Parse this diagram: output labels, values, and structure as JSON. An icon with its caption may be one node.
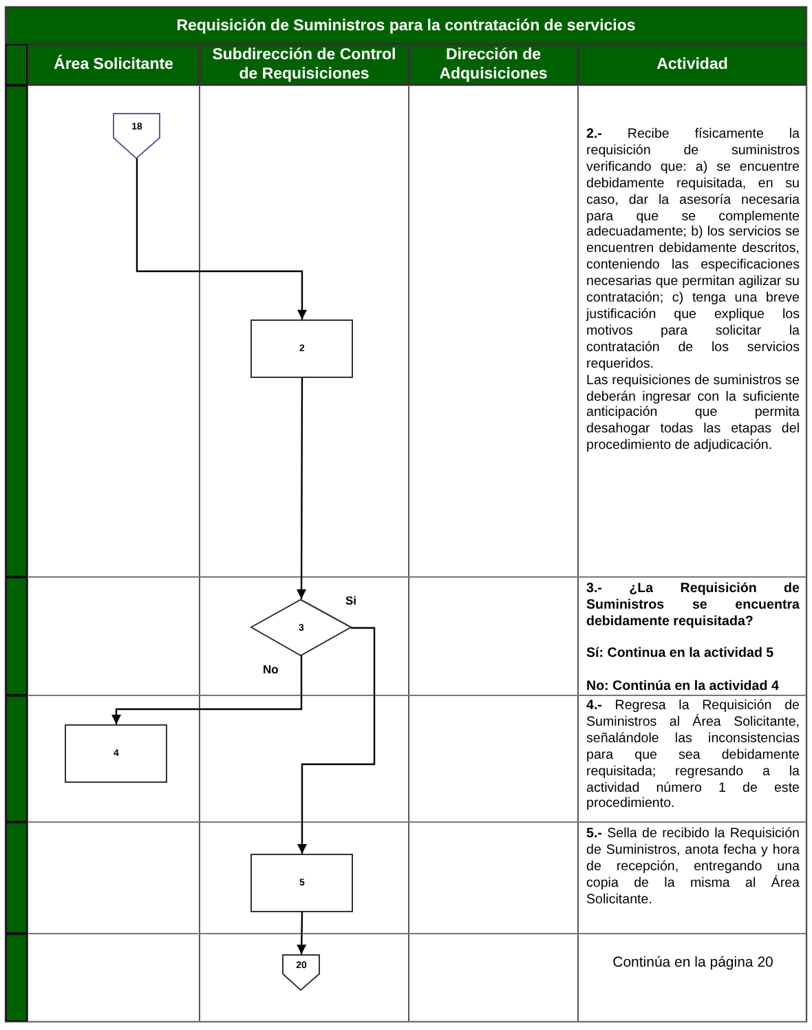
{
  "diagram": {
    "title": "Requisición de Suministros para la contratación de servicios",
    "nodes": [
      {
        "text": [
          "18"
        ]
      },
      {
        "text": [
          "2"
        ]
      },
      {
        "text": [
          "3"
        ]
      },
      {
        "text": [
          "4"
        ]
      },
      {
        "text": [
          "5"
        ]
      },
      {
        "text": [
          "20"
        ]
      }
    ],
    "edges": [
      {
        "from": 0,
        "to": 1,
        "arrow": "to"
      },
      {
        "from": 1,
        "to": 2,
        "arrow": "to"
      },
      {
        "from": 2,
        "to": 3,
        "arrow": "to",
        "label": "No"
      },
      {
        "from": 2,
        "to": 4,
        "arrow": "to",
        "label": "Si"
      },
      {
        "from": 4,
        "to": 5,
        "arrow": "to"
      }
    ],
    "labels": [
      "Área Solicitante",
      "Subdirección de Control de Requisiciones",
      "Dirección de Adquisiciones",
      "Actividad",
      "**2.-** Recibe físicamente la requisición de suministros verificando que: a) se encuentre debidamente requisitada, en su caso, dar la asesoría necesaria para que se complemente adecuadamente; b) los servicios se encuentren debidamente descritos, conteniendo las especificaciones necesarias que permitan agilizar su contratación; c) tenga una breve justificación que explique los motivos para solicitar la contratación de los servicios requeridos.",
      "Las requisiciones de suministros se deberán ingresar con la suficiente anticipación que permita desahogar todas las etapas del procedimiento de adjudicación.",
      "3.- ¿La Requisición de Suministros se encuentra debidamente requisitada?",
      "Sí: Continua en la actividad 5",
      "No: Continúa en la actividad 4",
      "**4.-** Regresa la Requisición de Suministros al Área Solicitante, señalándole las inconsistencias para que sea debidamente requisitada; regresando a la actividad número 1 de este procedimiento.",
      "**5.-** Sella de recibido la Requisición de Suministros, anota fecha y hora de recepción, entregando una copia de la misma al Área Solicitante.",
      "Continúa en la página 20"
    ]
  }
}
